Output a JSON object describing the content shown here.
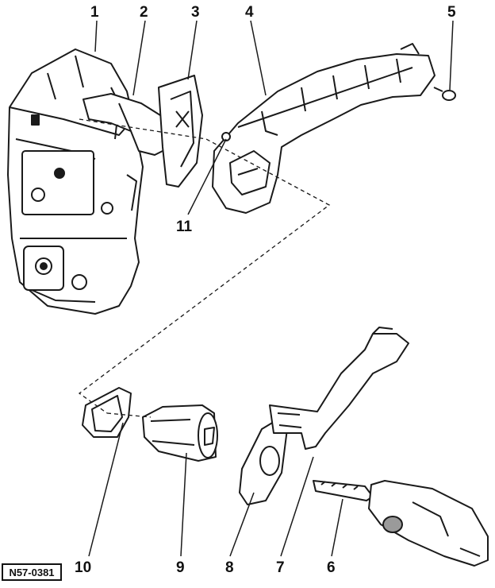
{
  "drawing_code": "N57-0381",
  "callouts": [
    "1",
    "2",
    "3",
    "4",
    "5",
    "6",
    "7",
    "8",
    "9",
    "10",
    "11"
  ],
  "colors": {
    "line": "#1a1a1a",
    "fill": "#ffffff",
    "shade": "#9a9a9a"
  }
}
